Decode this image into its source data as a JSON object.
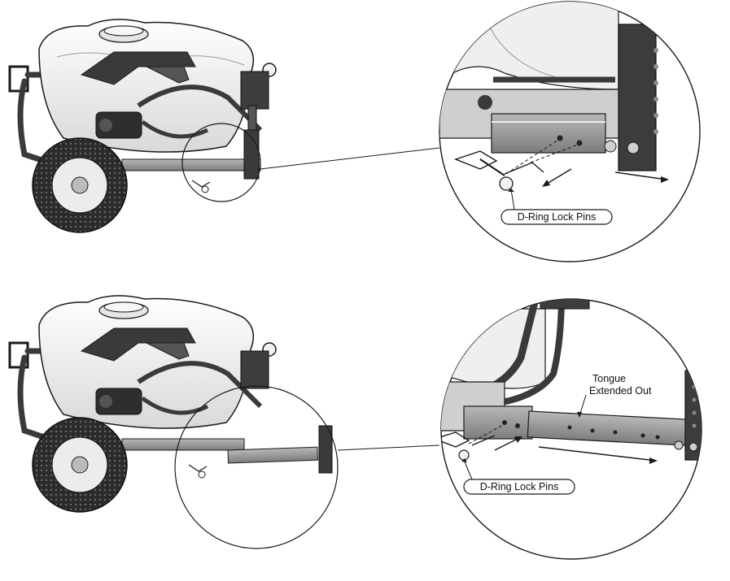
{
  "diagram": {
    "top_panel": {
      "detail_label": "D-Ring Lock Pins"
    },
    "bottom_panel": {
      "detail_label": "D-Ring Lock Pins",
      "tongue_label_line1": "Tongue",
      "tongue_label_line2": "Extended Out"
    }
  },
  "colors": {
    "line": "#1a1a1a",
    "tank_fill": "#f1f1f1",
    "metal_dark": "#3a3a3a",
    "metal_mid": "#8a8a8a",
    "metal_light": "#c8c8c8",
    "tire": "#2b2b2b"
  }
}
